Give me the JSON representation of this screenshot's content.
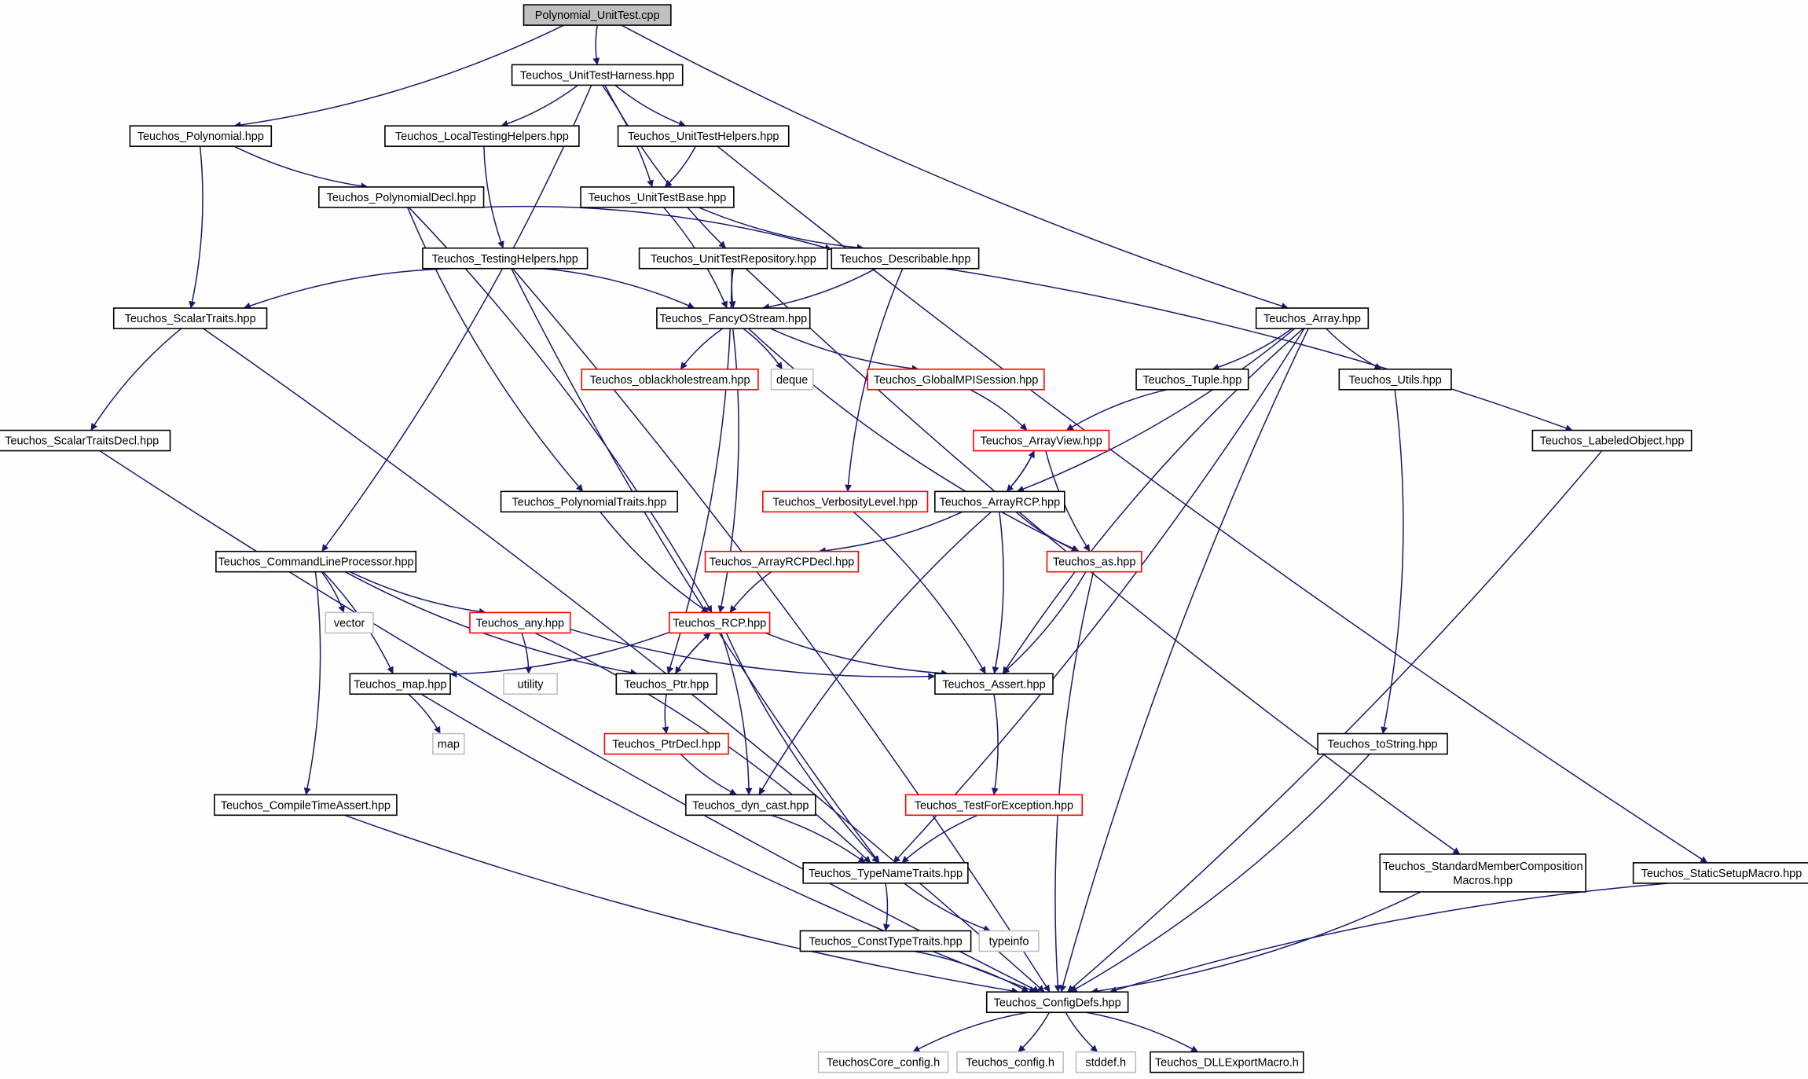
{
  "diagram": {
    "colors": {
      "edge": "#191970",
      "normal_border": "#000000",
      "truncated_border": "#ff0000",
      "system_border": "#bfbfbf",
      "root_fill": "#bfbfbf",
      "node_fill": "#ffffff"
    },
    "nodes": [
      {
        "id": "root",
        "label": "Polynomial_UnitTest.cpp",
        "kind": "root"
      },
      {
        "id": "harness",
        "label": "Teuchos_UnitTestHarness.hpp",
        "kind": "normal"
      },
      {
        "id": "polynomial",
        "label": "Teuchos_Polynomial.hpp",
        "kind": "normal"
      },
      {
        "id": "localtesting",
        "label": "Teuchos_LocalTestingHelpers.hpp",
        "kind": "normal"
      },
      {
        "id": "unittesthelpers",
        "label": "Teuchos_UnitTestHelpers.hpp",
        "kind": "normal"
      },
      {
        "id": "polydecl",
        "label": "Teuchos_PolynomialDecl.hpp",
        "kind": "normal"
      },
      {
        "id": "unittestbase",
        "label": "Teuchos_UnitTestBase.hpp",
        "kind": "normal"
      },
      {
        "id": "testinghelpers",
        "label": "Teuchos_TestingHelpers.hpp",
        "kind": "normal"
      },
      {
        "id": "unittestrepo",
        "label": "Teuchos_UnitTestRepository.hpp",
        "kind": "normal"
      },
      {
        "id": "describable",
        "label": "Teuchos_Describable.hpp",
        "kind": "normal"
      },
      {
        "id": "scalartraits",
        "label": "Teuchos_ScalarTraits.hpp",
        "kind": "normal"
      },
      {
        "id": "fancyostream",
        "label": "Teuchos_FancyOStream.hpp",
        "kind": "normal"
      },
      {
        "id": "array",
        "label": "Teuchos_Array.hpp",
        "kind": "normal"
      },
      {
        "id": "oblackhole",
        "label": "Teuchos_oblackholestream.hpp",
        "kind": "truncated"
      },
      {
        "id": "deque",
        "label": "deque",
        "kind": "system"
      },
      {
        "id": "globalmpi",
        "label": "Teuchos_GlobalMPISession.hpp",
        "kind": "truncated"
      },
      {
        "id": "tuple",
        "label": "Teuchos_Tuple.hpp",
        "kind": "normal"
      },
      {
        "id": "utils",
        "label": "Teuchos_Utils.hpp",
        "kind": "normal"
      },
      {
        "id": "scalartraitsdecl",
        "label": "Teuchos_ScalarTraitsDecl.hpp",
        "kind": "normal"
      },
      {
        "id": "arrayview",
        "label": "Teuchos_ArrayView.hpp",
        "kind": "truncated"
      },
      {
        "id": "labeledobject",
        "label": "Teuchos_LabeledObject.hpp",
        "kind": "normal"
      },
      {
        "id": "polytraits",
        "label": "Teuchos_PolynomialTraits.hpp",
        "kind": "normal"
      },
      {
        "id": "verbosity",
        "label": "Teuchos_VerbosityLevel.hpp",
        "kind": "truncated"
      },
      {
        "id": "arrayrcp",
        "label": "Teuchos_ArrayRCP.hpp",
        "kind": "normal"
      },
      {
        "id": "cmdline",
        "label": "Teuchos_CommandLineProcessor.hpp",
        "kind": "normal"
      },
      {
        "id": "arrayrcpdecl",
        "label": "Teuchos_ArrayRCPDecl.hpp",
        "kind": "truncated"
      },
      {
        "id": "as",
        "label": "Teuchos_as.hpp",
        "kind": "truncated"
      },
      {
        "id": "vector",
        "label": "vector",
        "kind": "system"
      },
      {
        "id": "any",
        "label": "Teuchos_any.hpp",
        "kind": "truncated"
      },
      {
        "id": "rcp",
        "label": "Teuchos_RCP.hpp",
        "kind": "truncated"
      },
      {
        "id": "map",
        "label": "Teuchos_map.hpp",
        "kind": "normal"
      },
      {
        "id": "utility",
        "label": "utility",
        "kind": "system"
      },
      {
        "id": "ptr",
        "label": "Teuchos_Ptr.hpp",
        "kind": "normal"
      },
      {
        "id": "assert",
        "label": "Teuchos_Assert.hpp",
        "kind": "normal"
      },
      {
        "id": "mapsys",
        "label": "map",
        "kind": "system"
      },
      {
        "id": "ptrdecl",
        "label": "Teuchos_PtrDecl.hpp",
        "kind": "truncated"
      },
      {
        "id": "tostring",
        "label": "Teuchos_toString.hpp",
        "kind": "normal"
      },
      {
        "id": "compiletime",
        "label": "Teuchos_CompileTimeAssert.hpp",
        "kind": "normal"
      },
      {
        "id": "dyncast",
        "label": "Teuchos_dyn_cast.hpp",
        "kind": "normal"
      },
      {
        "id": "testforexc",
        "label": "Teuchos_TestForException.hpp",
        "kind": "truncated"
      },
      {
        "id": "typenametraits",
        "label": "Teuchos_TypeNameTraits.hpp",
        "kind": "normal"
      },
      {
        "id": "stdmember",
        "label": "Teuchos_StandardMemberComposition\nMacros.hpp",
        "kind": "normal"
      },
      {
        "id": "staticsetup",
        "label": "Teuchos_StaticSetupMacro.hpp",
        "kind": "normal"
      },
      {
        "id": "consttypetraits",
        "label": "Teuchos_ConstTypeTraits.hpp",
        "kind": "normal"
      },
      {
        "id": "typeinfo",
        "label": "typeinfo",
        "kind": "system"
      },
      {
        "id": "configdefs",
        "label": "Teuchos_ConfigDefs.hpp",
        "kind": "normal"
      },
      {
        "id": "coreconfig",
        "label": "TeuchosCore_config.h",
        "kind": "system"
      },
      {
        "id": "config",
        "label": "Teuchos_config.h",
        "kind": "system"
      },
      {
        "id": "stddef",
        "label": "stddef.h",
        "kind": "system"
      },
      {
        "id": "dllexport",
        "label": "Teuchos_DLLExportMacro.h",
        "kind": "normal"
      }
    ],
    "edges": [
      [
        "root",
        "harness"
      ],
      [
        "root",
        "polynomial"
      ],
      [
        "root",
        "array"
      ],
      [
        "harness",
        "localtesting"
      ],
      [
        "harness",
        "unittesthelpers"
      ],
      [
        "harness",
        "unittestbase"
      ],
      [
        "harness",
        "unittestrepo"
      ],
      [
        "harness",
        "cmdline"
      ],
      [
        "polynomial",
        "polydecl"
      ],
      [
        "polynomial",
        "scalartraits"
      ],
      [
        "localtesting",
        "testinghelpers"
      ],
      [
        "unittesthelpers",
        "unittestbase"
      ],
      [
        "unittesthelpers",
        "staticsetup"
      ],
      [
        "polydecl",
        "describable"
      ],
      [
        "polydecl",
        "polytraits"
      ],
      [
        "polydecl",
        "rcp"
      ],
      [
        "unittestbase",
        "describable"
      ],
      [
        "unittestbase",
        "fancyostream"
      ],
      [
        "testinghelpers",
        "scalartraits"
      ],
      [
        "testinghelpers",
        "fancyostream"
      ],
      [
        "testinghelpers",
        "typenametraits"
      ],
      [
        "testinghelpers",
        "configdefs"
      ],
      [
        "unittestrepo",
        "fancyostream"
      ],
      [
        "unittestrepo",
        "ptr"
      ],
      [
        "unittestrepo",
        "stdmember"
      ],
      [
        "describable",
        "fancyostream"
      ],
      [
        "describable",
        "verbosity"
      ],
      [
        "describable",
        "labeledobject"
      ],
      [
        "scalartraits",
        "scalartraitsdecl"
      ],
      [
        "scalartraits",
        "configdefs"
      ],
      [
        "fancyostream",
        "oblackhole"
      ],
      [
        "fancyostream",
        "deque"
      ],
      [
        "fancyostream",
        "globalmpi"
      ],
      [
        "fancyostream",
        "rcp"
      ],
      [
        "fancyostream",
        "as"
      ],
      [
        "array",
        "tuple"
      ],
      [
        "array",
        "utils"
      ],
      [
        "array",
        "arrayrcp"
      ],
      [
        "array",
        "assert"
      ],
      [
        "array",
        "typenametraits"
      ],
      [
        "array",
        "configdefs"
      ],
      [
        "globalmpi",
        "arrayview"
      ],
      [
        "tuple",
        "arrayview"
      ],
      [
        "utils",
        "tostring"
      ],
      [
        "scalartraitsdecl",
        "configdefs"
      ],
      [
        "arrayview",
        "arrayrcp"
      ],
      [
        "arrayview",
        "as"
      ],
      [
        "labeledobject",
        "configdefs"
      ],
      [
        "polytraits",
        "rcp"
      ],
      [
        "verbosity",
        "assert"
      ],
      [
        "arrayrcp",
        "arrayview"
      ],
      [
        "arrayrcp",
        "arrayrcpdecl"
      ],
      [
        "arrayrcp",
        "as"
      ],
      [
        "arrayrcp",
        "assert"
      ],
      [
        "arrayrcp",
        "dyncast"
      ],
      [
        "cmdline",
        "vector"
      ],
      [
        "cmdline",
        "any"
      ],
      [
        "cmdline",
        "map"
      ],
      [
        "cmdline",
        "ptr"
      ],
      [
        "cmdline",
        "compiletime"
      ],
      [
        "arrayrcpdecl",
        "rcp"
      ],
      [
        "as",
        "assert"
      ],
      [
        "as",
        "configdefs"
      ],
      [
        "any",
        "utility"
      ],
      [
        "any",
        "assert"
      ],
      [
        "any",
        "typenametraits"
      ],
      [
        "rcp",
        "ptr"
      ],
      [
        "rcp",
        "map"
      ],
      [
        "rcp",
        "assert"
      ],
      [
        "rcp",
        "dyncast"
      ],
      [
        "rcp",
        "typenametraits"
      ],
      [
        "map",
        "mapsys"
      ],
      [
        "map",
        "configdefs"
      ],
      [
        "ptr",
        "rcp"
      ],
      [
        "ptr",
        "ptrdecl"
      ],
      [
        "assert",
        "testforexc"
      ],
      [
        "ptrdecl",
        "dyncast"
      ],
      [
        "tostring",
        "configdefs"
      ],
      [
        "compiletime",
        "configdefs"
      ],
      [
        "dyncast",
        "typenametraits"
      ],
      [
        "testforexc",
        "typenametraits"
      ],
      [
        "typenametraits",
        "consttypetraits"
      ],
      [
        "typenametraits",
        "typeinfo"
      ],
      [
        "stdmember",
        "configdefs"
      ],
      [
        "staticsetup",
        "configdefs"
      ],
      [
        "consttypetraits",
        "configdefs"
      ],
      [
        "configdefs",
        "coreconfig"
      ],
      [
        "configdefs",
        "config"
      ],
      [
        "configdefs",
        "stddef"
      ],
      [
        "configdefs",
        "dllexport"
      ]
    ]
  }
}
